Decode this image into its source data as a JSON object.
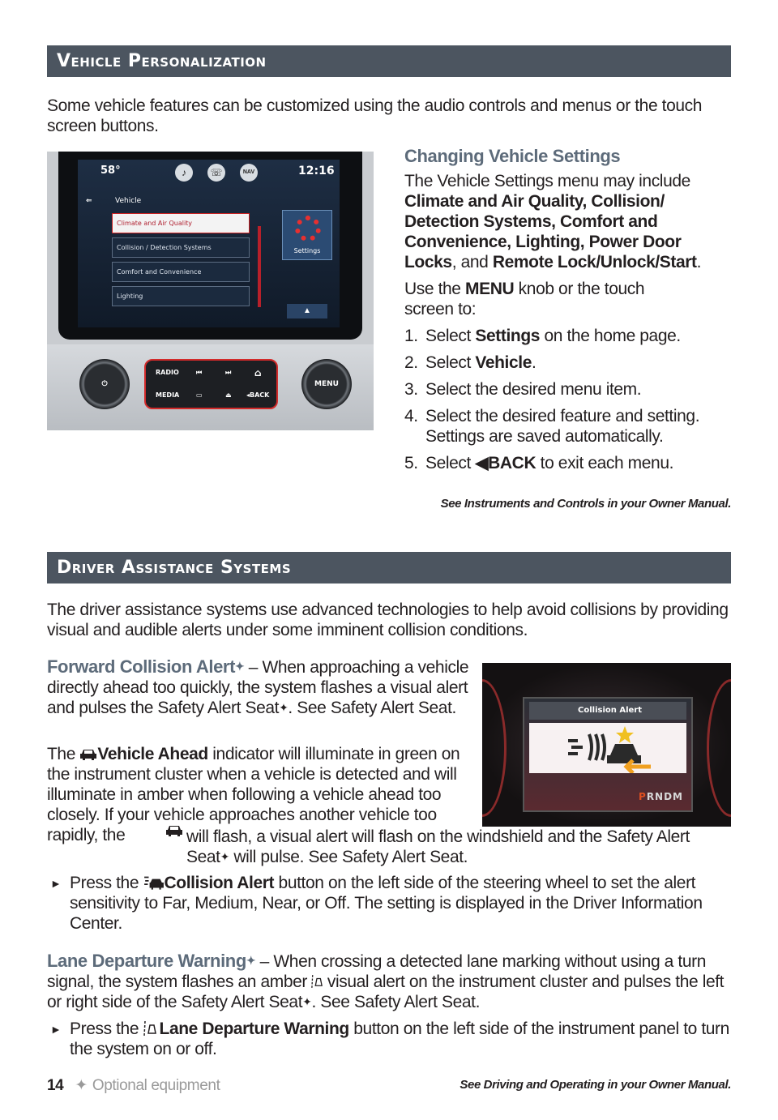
{
  "sections": {
    "vehicle_personalization": {
      "title": "Vehicle Personalization",
      "intro": "Some vehicle features can be customized using the audio controls and menus or the touch screen buttons.",
      "heading": "Changing Vehicle Settings",
      "p1_pre": "The Vehicle Settings menu may include ",
      "p1_bold": "Climate and Air Quality, Collision/ Detection Systems, Comfort and Convenience, Lighting, Power Door Locks",
      "p1_mid": ", and ",
      "p1_bold2": "Remote Lock/Unlock/Start",
      "p1_end": ".",
      "p2_pre": "Use the ",
      "p2_bold": "MENU",
      "p2_end": " knob or the touch screen to:",
      "steps": [
        {
          "num": "1.",
          "pre": "Select ",
          "bold": "Settings",
          "post": " on the home page."
        },
        {
          "num": "2.",
          "pre": "Select ",
          "bold": "Vehicle",
          "post": "."
        },
        {
          "num": "3.",
          "pre": "Select the desired menu item.",
          "bold": "",
          "post": ""
        },
        {
          "num": "4.",
          "pre": "Select the desired feature and setting. Settings are saved automatically.",
          "bold": "",
          "post": ""
        },
        {
          "num": "5.",
          "pre": "Select ",
          "bold": "BACK",
          "post": " to exit each menu."
        }
      ],
      "reference": "See Instruments and Controls in your Owner Manual."
    },
    "driver_assistance": {
      "title": "Driver Assistance Systems",
      "intro": "The driver assistance systems use advanced technologies to help avoid collisions by providing visual and audible alerts under some imminent collision conditions.",
      "fca_heading": "Forward Collision Alert",
      "fca_text1": " – When approaching a vehicle directly ahead too quickly, the system flashes a visual alert and pulses the Safety Alert Seat",
      "fca_text2": ". See Safety Alert Seat.",
      "va_pre": "The ",
      "va_bold": "Vehicle Ahead",
      "va_text": " indicator will illuminate in green on the instrument cluster when a vehicle is detected and will illuminate in amber when following a vehicle ahead too closely. If your vehicle approaches another vehicle too rapidly, the ",
      "va_text2": " will flash, a visual alert will flash on the windshield and the Safety Alert Seat",
      "va_text3": " will pulse. See Safety Alert Seat.",
      "ca_pre": "Press the ",
      "ca_bold": "Collision Alert",
      "ca_text": " button on the left side of the steering wheel to set the alert sensitivity to Far, Medium, Near, or Off. The setting is displayed in the Driver Information Center.",
      "ldw_heading": "Lane Departure Warning",
      "ldw_text1": " – When crossing a detected lane marking without using a turn signal, the system flashes an amber ",
      "ldw_text2": " visual alert on the instrument cluster and pulses the left or right side of the Safety Alert Seat",
      "ldw_text3": ". See Safety Alert Seat.",
      "ldw_pre": "Press the ",
      "ldw_bold": "Lane Departure Warning",
      "ldw_btn_text": " button on the left side of the instrument panel to turn the system on or off.",
      "reference": "See Driving and Operating in your Owner Manual."
    }
  },
  "infotainment": {
    "temp": "58°",
    "time": "12:16",
    "nav_label": "NAV",
    "back_label": "Vehicle",
    "menu_items": [
      "Climate and Air Quality",
      "Collision / Detection Systems",
      "Comfort and Convenience",
      "Lighting"
    ],
    "settings_label": "Settings",
    "buttons": {
      "radio": "RADIO",
      "media": "MEDIA",
      "back": "◂BACK",
      "menu": "MENU"
    }
  },
  "cluster": {
    "title": "Collision Alert",
    "gear": "P",
    "gear_rest": "RNDM"
  },
  "footer": {
    "page_num": "14",
    "optional_symbol": "✦",
    "optional_label": "Optional equipment"
  },
  "optional_mark": "✦",
  "colors": {
    "section_bar": "#4c5560",
    "gray_heading": "#5d6b7a",
    "accent_red": "#d22a2a"
  }
}
